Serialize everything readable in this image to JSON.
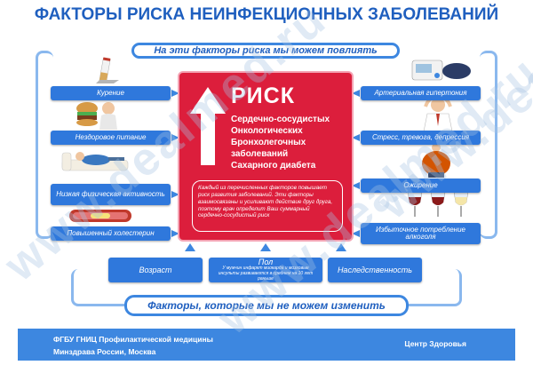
{
  "title": "ФАКТОРЫ РИСКА НЕИНФЕКЦИОННЫХ ЗАБОЛЕВАНИЙ",
  "top_banner": "На эти факторы риска мы можем повлиять",
  "bottom_banner": "Факторы, которые мы не можем изменить",
  "left_factors": [
    {
      "label": "Курение",
      "icon": "cigarette-icon"
    },
    {
      "label": "Нездоровое питание",
      "icon": "burger-icon"
    },
    {
      "label": "Низкая физическая активность",
      "icon": "couch-potato-icon"
    },
    {
      "label": "Повышенный холестерин",
      "icon": "artery-icon"
    }
  ],
  "right_factors": [
    {
      "label": "Артериальная гипертония",
      "icon": "tonometer-icon"
    },
    {
      "label": "Стресс, тревога, депрессия",
      "icon": "stressed-man-icon"
    },
    {
      "label": "Ожирение",
      "icon": "obese-man-icon"
    },
    {
      "label": "Избыточное потребление алкоголя",
      "icon": "wine-glasses-icon"
    }
  ],
  "risk": {
    "title": "РИСК",
    "items": [
      "Сердечно-сосудистых",
      "Онкологических",
      "Бронхолегочных заболеваний",
      "Сахарного диабета"
    ],
    "note": "Каждый из перечисленных факторов повышает риск развития заболеваний. Эти факторы взаимосвязаны и усиливают действие друг друга, поэтому врач определит Ваш суммарный сердечно-сосудистый риск"
  },
  "unchangeable": {
    "age": "Возраст",
    "sex": "Пол",
    "sex_note": "У мужчин инфаркт миокарда и мозговые инсульты развиваются в среднем на 10 лет раньше",
    "heredity": "Наследственность"
  },
  "footer": {
    "org_line1": "ФГБУ ГНИЦ Профилактической медицины",
    "org_line2": "Минздрава России, Москва",
    "center": "Центр Здоровья"
  },
  "watermark": "www.dealmed.ru",
  "colors": {
    "blue": "#2f78dc",
    "title": "#1f5fbf",
    "red": "#dc1e3c",
    "frame": "#8ab8ee"
  }
}
